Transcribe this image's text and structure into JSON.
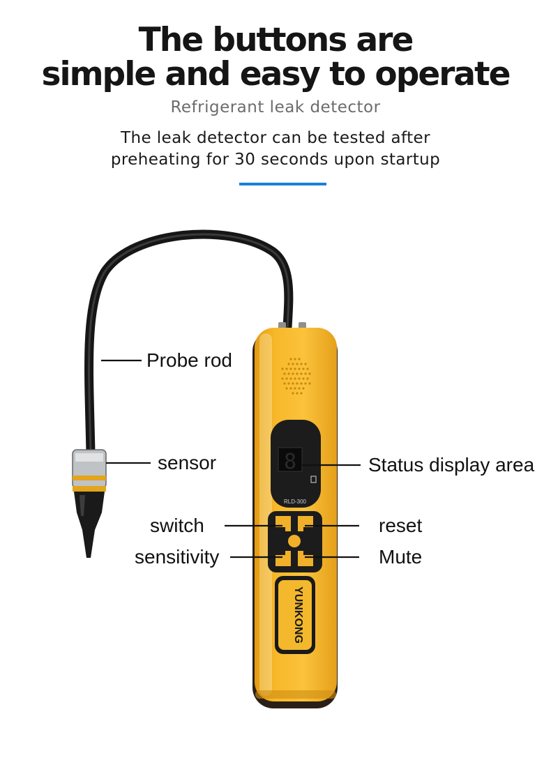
{
  "headline": {
    "line1": "The buttons are",
    "line2": "simple and easy to operate"
  },
  "subtitle": "Refrigerant leak detector",
  "description": {
    "line1": "The leak detector can be tested after",
    "line2": "preheating for 30 seconds upon startup"
  },
  "colors": {
    "accent": "#1a7fd8",
    "device_body": "#f5b324",
    "device_trim": "#1c1c1c"
  },
  "device": {
    "model": "RLD-300",
    "brand": "YUNKONG"
  },
  "callouts": {
    "probe_rod": "Probe rod",
    "sensor": "sensor",
    "status_display": "Status display area",
    "switch": "switch",
    "reset": "reset",
    "sensitivity": "sensitivity",
    "mute": "Mute"
  }
}
